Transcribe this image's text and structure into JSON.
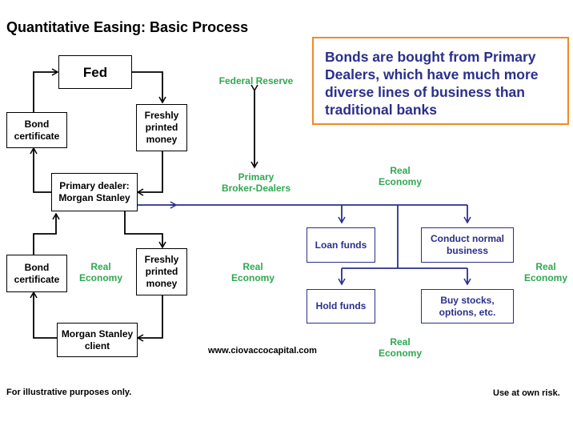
{
  "title": "Quantitative Easing:  Basic Process",
  "callout": "Bonds are bought from Primary Dealers, which have much more diverse lines of business than traditional banks",
  "colors": {
    "arrow_blue": "#2b2f8c",
    "green_label": "#2fa84f",
    "callout_border": "#f08a24"
  },
  "boxes": {
    "fed": "Fed",
    "bond_cert_top": "Bond\ncertificate",
    "money_top": "Freshly\nprinted\nmoney",
    "primary_dealer": "Primary dealer:\nMorgan Stanley",
    "bond_cert_bottom": "Bond\ncertificate",
    "money_bottom": "Freshly\nprinted\nmoney",
    "client": "Morgan Stanley\nclient",
    "loan_funds": "Loan funds",
    "conduct_business": "Conduct normal\nbusiness",
    "hold_funds": "Hold funds",
    "buy_stocks": "Buy stocks,\noptions, etc."
  },
  "labels": {
    "federal_reserve": "Federal Reserve",
    "primary_broker": "Primary\nBroker-Dealers",
    "real_economy_1": "Real\nEconomy",
    "real_economy_2": "Real\nEconomy",
    "real_economy_3": "Real\nEconomy",
    "real_economy_4": "Real\nEconomy",
    "real_economy_5": "Real\nEconomy"
  },
  "website": "www.ciovaccocapital.com",
  "footer": {
    "left": "For illustrative purposes only.",
    "right": "Use at own risk."
  }
}
